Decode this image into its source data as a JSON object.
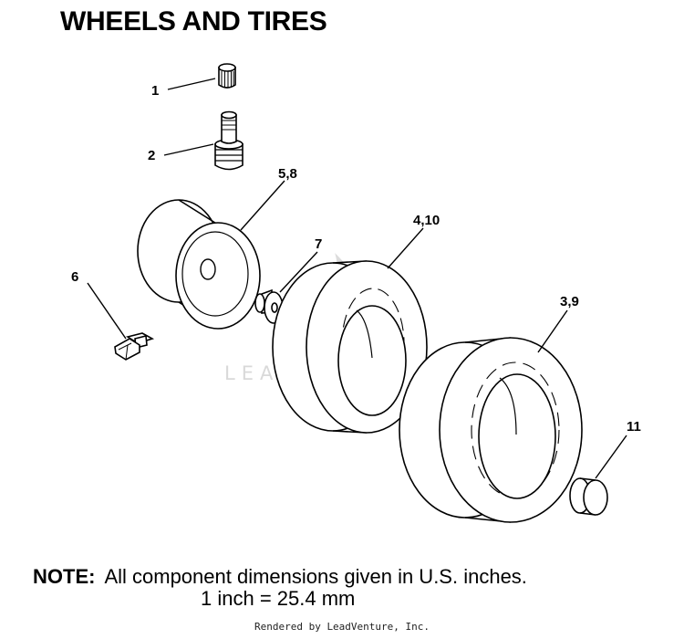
{
  "title": "WHEELS AND TIRES",
  "callouts": {
    "c1": "1",
    "c2": "2",
    "c58": "5,8",
    "c6": "6",
    "c7": "7",
    "c410": "4,10",
    "c39": "3,9",
    "c11": "11"
  },
  "watermark": "LEADVENTURE",
  "note": {
    "label": "NOTE:",
    "line1": "All component dimensions given in U.S. inches.",
    "line2": "1 inch = 25.4 mm"
  },
  "footer": "Rendered by LeadVenture, Inc."
}
